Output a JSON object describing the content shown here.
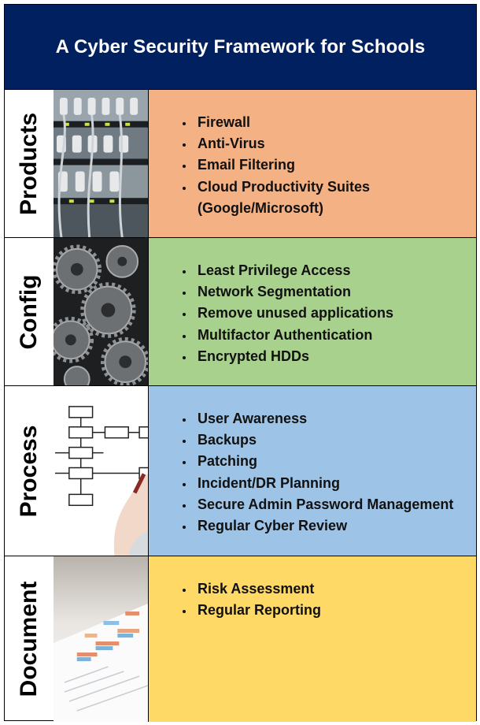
{
  "title": "A Cyber Security Framework for Schools",
  "colors": {
    "header": "#002060",
    "products": "#F4B183",
    "config": "#A9D18E",
    "process": "#9DC3E6",
    "document": "#FFD966"
  },
  "sections": [
    {
      "label": "Products",
      "image": "network-switch-cables",
      "items": [
        "Firewall",
        "Anti-Virus",
        "Email Filtering",
        "Cloud Productivity Suites",
        "(Google/Microsoft)"
      ]
    },
    {
      "label": "Config",
      "image": "gears",
      "items": [
        "Least Privilege Access",
        "Network Segmentation",
        "Remove unused applications",
        "Multifactor Authentication",
        "Encrypted HDDs"
      ]
    },
    {
      "label": "Process",
      "image": "hand-drawing-flowchart",
      "items": [
        "User Awareness",
        "Backups",
        "Patching",
        "Incident/DR Planning",
        "Secure Admin Password Management",
        "Regular Cyber Review"
      ]
    },
    {
      "label": "Document",
      "image": "report-charts",
      "items": [
        "Risk Assessment",
        "Regular Reporting"
      ]
    }
  ]
}
